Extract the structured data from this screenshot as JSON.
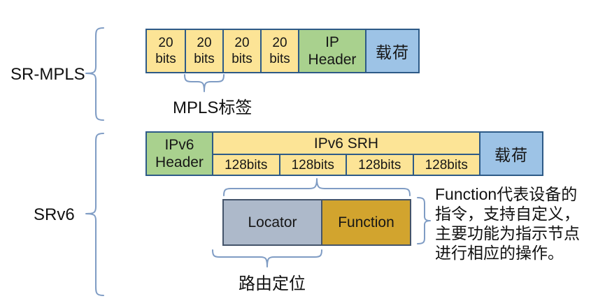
{
  "sr_mpls": {
    "label": "SR-MPLS",
    "label_cells": [
      "20\nbits",
      "20\nbits",
      "20\nbits",
      "20\nbits"
    ],
    "ip_header": "IP\nHeader",
    "payload": "载荷",
    "brace_label": "MPLS标签"
  },
  "srv6": {
    "label": "SRv6",
    "ipv6_header": "IPv6\nHeader",
    "srh_label": "IPv6 SRH",
    "srh_cells": [
      "128bits",
      "128bits",
      "128bits",
      "128bits"
    ],
    "payload": "载荷",
    "locator": "Locator",
    "function": "Function",
    "route_label": "路由定位",
    "function_note": "Function代表设备的\n指令，支持自定义，\n主要功能为指示节点\n进行相应的操作。"
  },
  "colors": {
    "cell_yellow": "#fce496",
    "header_green": "#a9d18e",
    "payload_blue": "#9dc3e6",
    "locator_gray": "#adb9ca",
    "function_gold": "#d2a42e",
    "box_border": "#2d5a87",
    "locator_border": "#44546a",
    "brace_stroke": "#7f9cc4"
  }
}
